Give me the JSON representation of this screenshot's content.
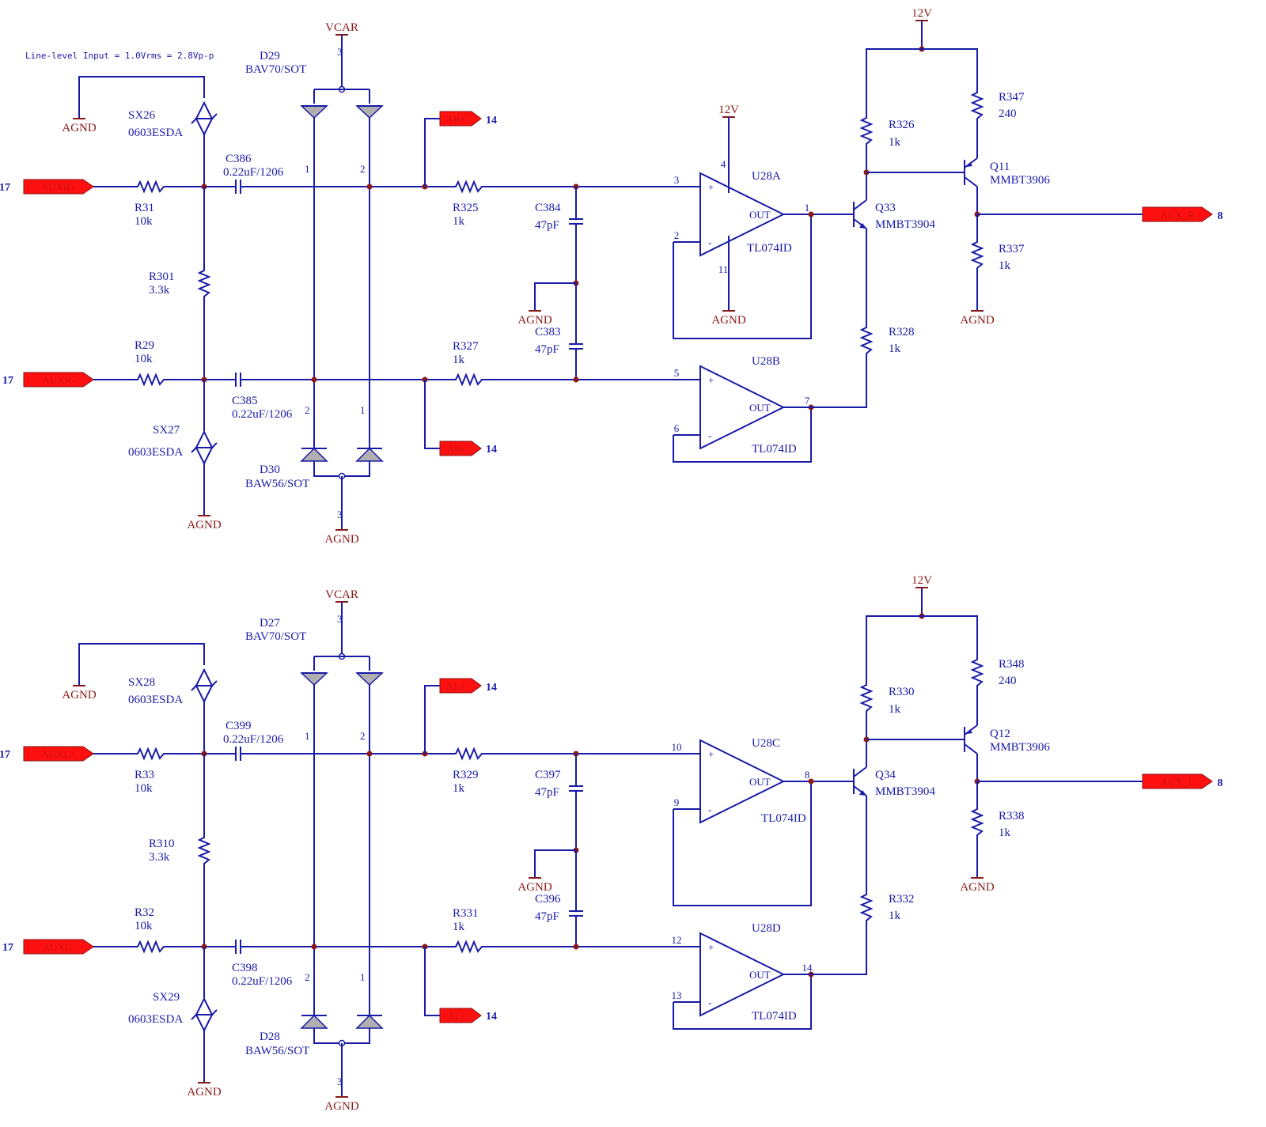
{
  "note": "Line-level Input = 1.0Vrms = 2.8Vp-p",
  "nets": {
    "vcar": "VCAR",
    "v12": "12V",
    "agnd": "AGND"
  },
  "sheet_ref": {
    "in": "17",
    "ar": "14",
    "out": "8"
  },
  "colors": {
    "wire": "#1a1aa8",
    "power": "#8a1a1a",
    "port": "#ff1010",
    "diode": "#b0b0b0"
  },
  "channels": [
    {
      "id": "right",
      "ports": {
        "in_p": "AUXR+",
        "in_n": "AUXR-",
        "tap_p": "AR+",
        "tap_n": "AR-",
        "out": "AUX_R"
      },
      "parts": {
        "esd_top": {
          "ref": "SX26",
          "value": "0603ESDA"
        },
        "esd_bot": {
          "ref": "SX27",
          "value": "0603ESDA"
        },
        "r_in_p": {
          "ref": "R31",
          "value": "10k"
        },
        "r_in_n": {
          "ref": "R29",
          "value": "10k"
        },
        "r_bias": {
          "ref": "R301",
          "value": "3.3k"
        },
        "c_top": {
          "ref": "C386",
          "value": "0.22uF/1206"
        },
        "c_bot": {
          "ref": "C385",
          "value": "0.22uF/1206"
        },
        "d_top": {
          "ref": "D29",
          "value": "BAV70/SOT"
        },
        "d_bot": {
          "ref": "D30",
          "value": "BAW56/SOT"
        },
        "r_f_top": {
          "ref": "R325",
          "value": "1k"
        },
        "r_f_bot": {
          "ref": "R327",
          "value": "1k"
        },
        "c_f_top": {
          "ref": "C384",
          "value": "47pF"
        },
        "c_f_bot": {
          "ref": "C383",
          "value": "47pF"
        },
        "op_a": {
          "ref": "U28A",
          "value": "TL074ID",
          "pins": [
            "3",
            "2",
            "1",
            "4",
            "11"
          ]
        },
        "op_b": {
          "ref": "U28B",
          "value": "TL074ID",
          "pins": [
            "5",
            "6",
            "7"
          ]
        },
        "q_npn": {
          "ref": "Q33",
          "value": "MMBT3904"
        },
        "q_pnp": {
          "ref": "Q11",
          "value": "MMBT3906"
        },
        "r_c": {
          "ref": "R326",
          "value": "1k"
        },
        "r_e": {
          "ref": "R328",
          "value": "1k"
        },
        "r_pnp_e": {
          "ref": "R347",
          "value": "240"
        },
        "r_load": {
          "ref": "R337",
          "value": "1k"
        }
      }
    },
    {
      "id": "left",
      "ports": {
        "in_p": "AUXL+",
        "in_n": "AUXL-",
        "tap_p": "AL+",
        "tap_n": "AL-",
        "out": "AUX_L"
      },
      "parts": {
        "esd_top": {
          "ref": "SX28",
          "value": "0603ESDA"
        },
        "esd_bot": {
          "ref": "SX29",
          "value": "0603ESDA"
        },
        "r_in_p": {
          "ref": "R33",
          "value": "10k"
        },
        "r_in_n": {
          "ref": "R32",
          "value": "10k"
        },
        "r_bias": {
          "ref": "R310",
          "value": "3.3k"
        },
        "c_top": {
          "ref": "C399",
          "value": "0.22uF/1206"
        },
        "c_bot": {
          "ref": "C398",
          "value": "0.22uF/1206"
        },
        "d_top": {
          "ref": "D27",
          "value": "BAV70/SOT"
        },
        "d_bot": {
          "ref": "D28",
          "value": "BAW56/SOT"
        },
        "r_f_top": {
          "ref": "R329",
          "value": "1k"
        },
        "r_f_bot": {
          "ref": "R331",
          "value": "1k"
        },
        "c_f_top": {
          "ref": "C397",
          "value": "47pF"
        },
        "c_f_bot": {
          "ref": "C396",
          "value": "47pF"
        },
        "op_a": {
          "ref": "U28C",
          "value": "TL074ID",
          "pins": [
            "10",
            "9",
            "8",
            "",
            ""
          ]
        },
        "op_b": {
          "ref": "U28D",
          "value": "TL074ID",
          "pins": [
            "12",
            "13",
            "14"
          ]
        },
        "q_npn": {
          "ref": "Q34",
          "value": "MMBT3904"
        },
        "q_pnp": {
          "ref": "Q12",
          "value": "MMBT3906"
        },
        "r_c": {
          "ref": "R330",
          "value": "1k"
        },
        "r_e": {
          "ref": "R332",
          "value": "1k"
        },
        "r_pnp_e": {
          "ref": "R348",
          "value": "240"
        },
        "r_load": {
          "ref": "R338",
          "value": "1k"
        }
      }
    }
  ]
}
